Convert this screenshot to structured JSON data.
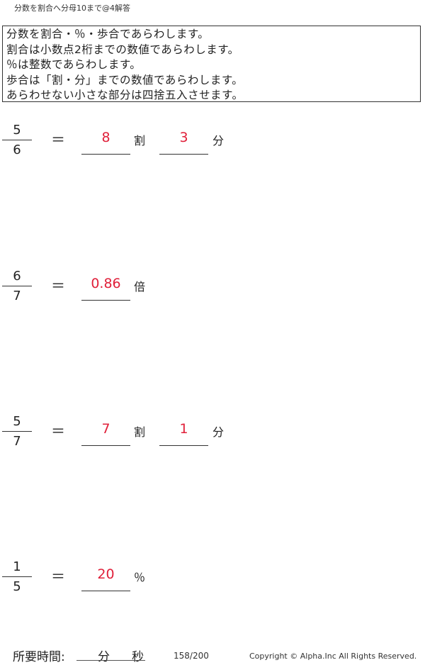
{
  "title": "分数を割合へ分母10まで@4解答",
  "instructions": [
    "分数を割合・％・歩合であらわします。",
    "割合は小数点2桁までの数値であらわします。",
    "％は整数であらわします。",
    "歩合は「割・分」までの数値であらわします。",
    "あらわせない小さな部分は四捨五入させます。"
  ],
  "problems": [
    {
      "numerator": "5",
      "denominator": "6",
      "equals": "＝",
      "answer1": "8",
      "unit1": "割",
      "answer2": "3",
      "unit2": "分"
    },
    {
      "numerator": "6",
      "denominator": "7",
      "equals": "＝",
      "answer1": "0.86",
      "unit1": "倍"
    },
    {
      "numerator": "5",
      "denominator": "7",
      "equals": "＝",
      "answer1": "7",
      "unit1": "割",
      "answer2": "1",
      "unit2": "分"
    },
    {
      "numerator": "1",
      "denominator": "5",
      "equals": "＝",
      "answer1": "20",
      "unit1": "％"
    }
  ],
  "footer": {
    "time_label": "所要時間:",
    "minutes": "分",
    "seconds": "秒",
    "page": "158/200",
    "copyright": "Copyright ©  Alpha.Inc All Rights Reserved."
  },
  "colors": {
    "answer": "#e0203a"
  }
}
